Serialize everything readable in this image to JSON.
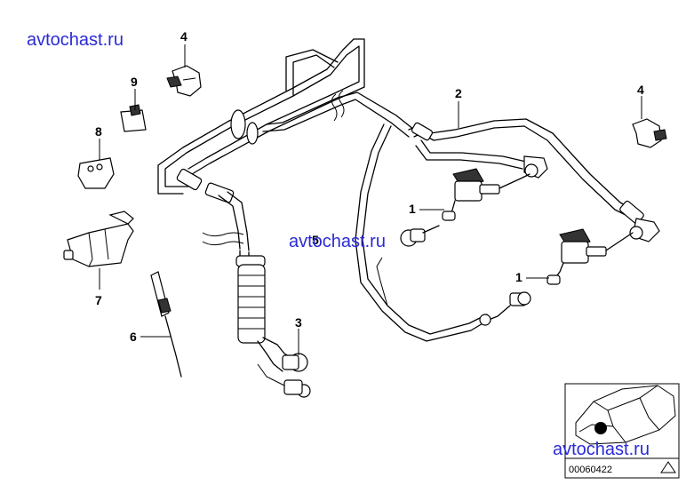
{
  "diagram": {
    "callouts": [
      {
        "id": "c1a",
        "label": "1"
      },
      {
        "id": "c1b",
        "label": "1"
      },
      {
        "id": "c2",
        "label": "2"
      },
      {
        "id": "c3",
        "label": "3"
      },
      {
        "id": "c4a",
        "label": "4"
      },
      {
        "id": "c4b",
        "label": "4"
      },
      {
        "id": "c5",
        "label": "5"
      },
      {
        "id": "c6",
        "label": "6"
      },
      {
        "id": "c7",
        "label": "7"
      },
      {
        "id": "c8",
        "label": "8"
      },
      {
        "id": "c9",
        "label": "9"
      }
    ],
    "watermarks": [
      "avtochast.ru",
      "avtochast.ru",
      "avtochast.ru"
    ],
    "inset": {
      "reference_number": "00060422"
    }
  }
}
